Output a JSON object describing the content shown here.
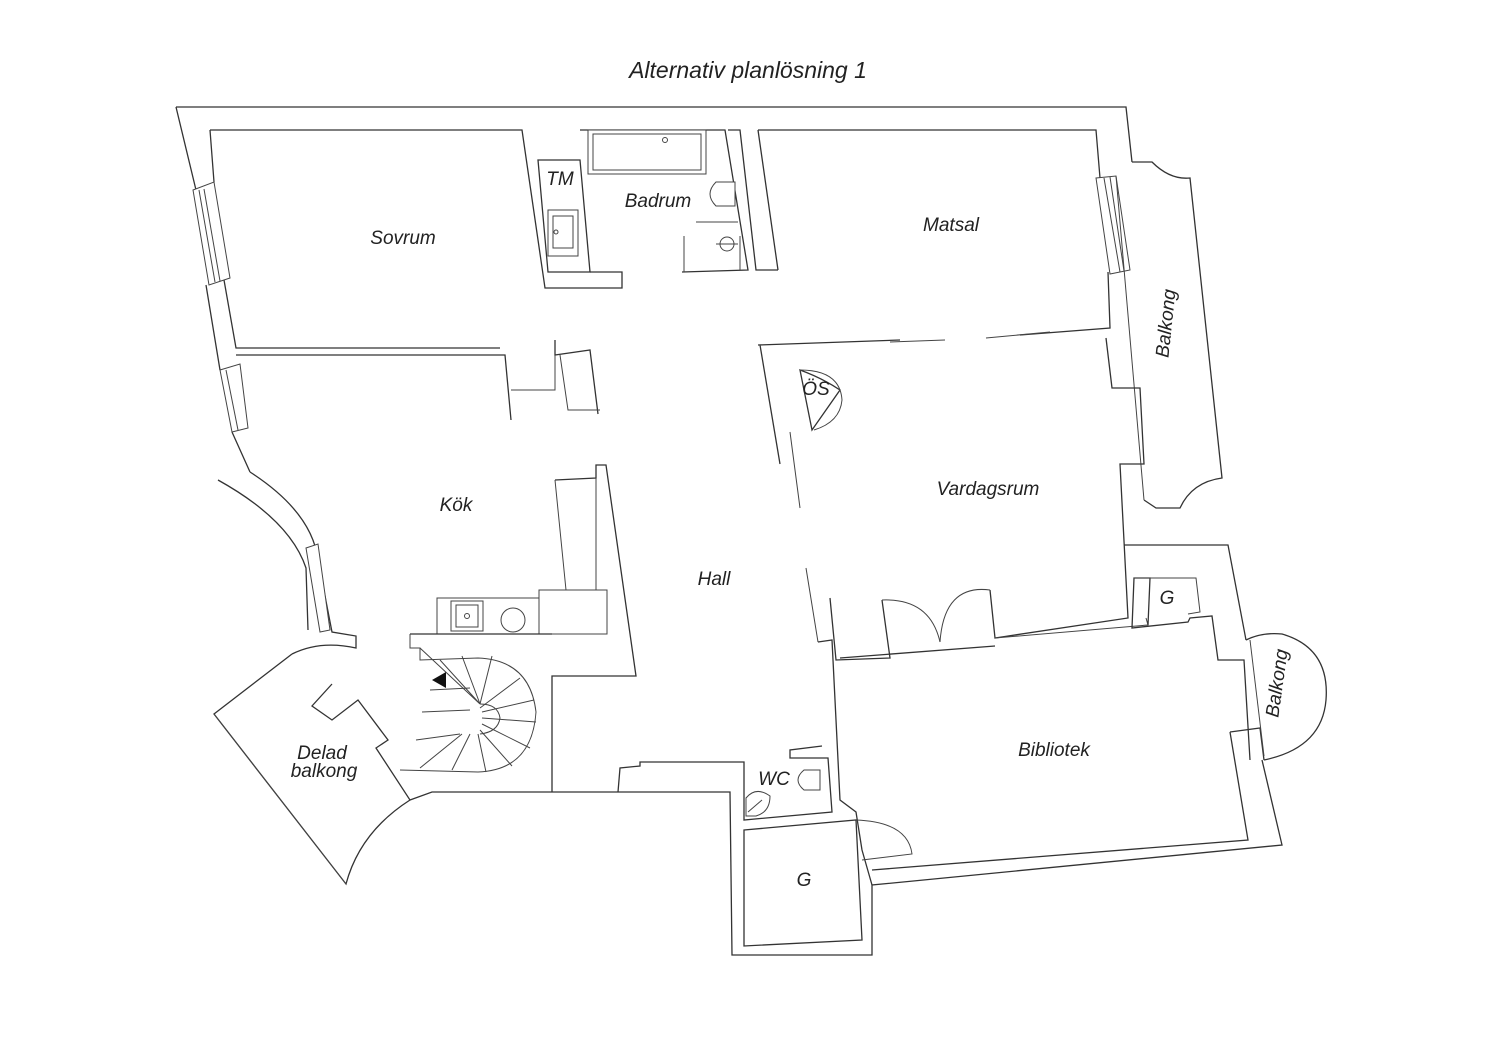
{
  "title": "Alternativ planlösning 1",
  "rooms": {
    "sovrum": "Sovrum",
    "tm": "TM",
    "badrum": "Badrum",
    "matsal": "Matsal",
    "balkong_upper": "Balkong",
    "os": "ÖS",
    "vardagsrum": "Vardagsrum",
    "kok": "Kök",
    "hall": "Hall",
    "g_right": "G",
    "balkong_round": "Balkong",
    "delad_balkong_line1": "Delad",
    "delad_balkong_line2": "balkong",
    "wc": "WC",
    "bibliotek": "Bibliotek",
    "g_bottom": "G"
  },
  "colors": {
    "line": "#333333",
    "text": "#222222",
    "background": "#ffffff"
  }
}
